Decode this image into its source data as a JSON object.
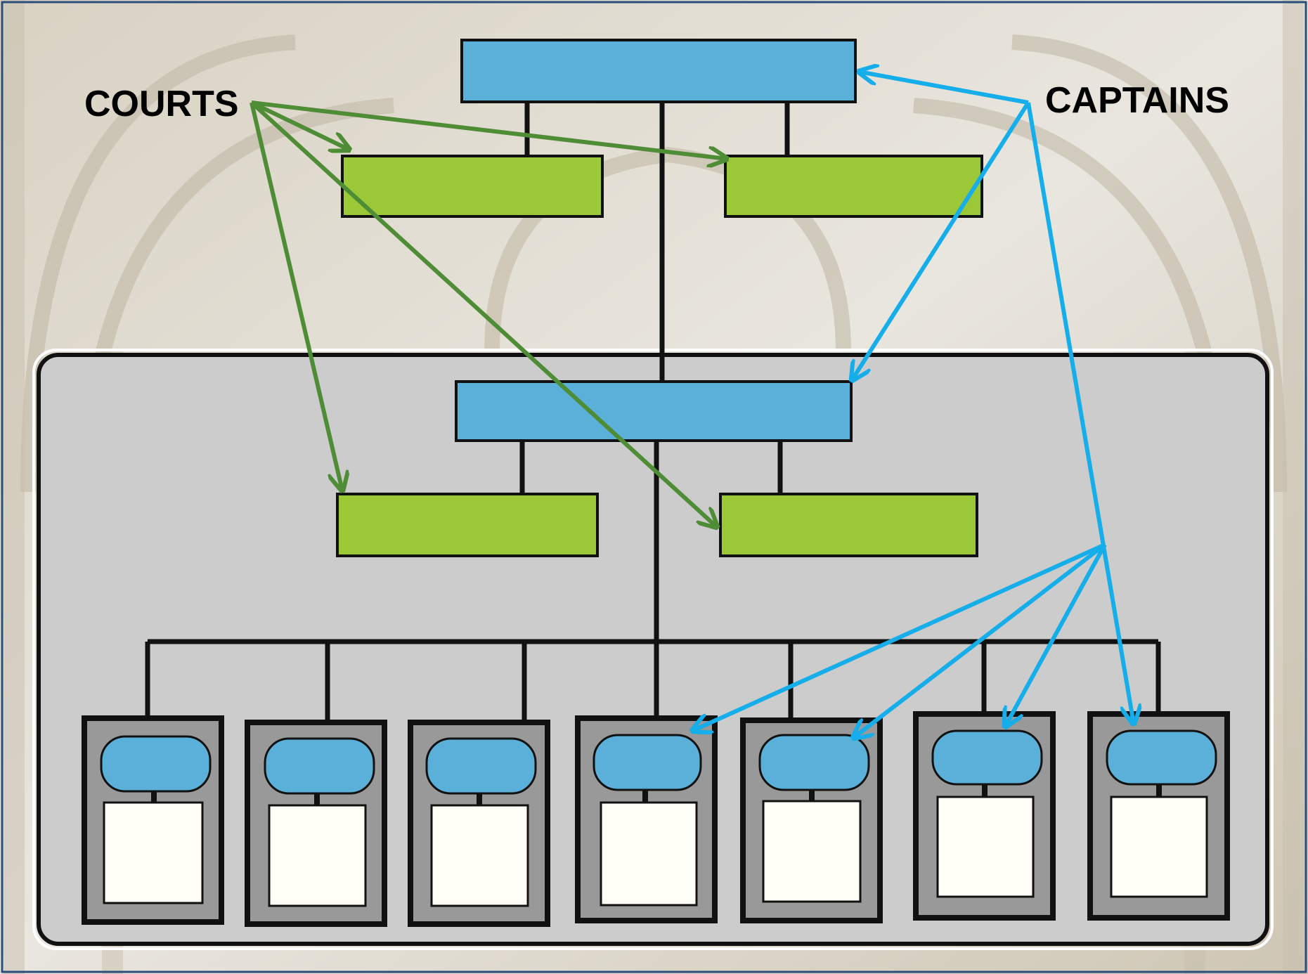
{
  "labels": {
    "courts": "COURTS",
    "captains": "CAPTAINS"
  },
  "colors": {
    "blue_box": "#5AB0D8",
    "green_box": "#9BC837",
    "panel": "#CCCCCC",
    "card": "#999999",
    "courts_arrow": "#4F8C36",
    "captains_arrow": "#15AEEA",
    "line": "#111111"
  },
  "diagram": {
    "unit_count": 7
  }
}
